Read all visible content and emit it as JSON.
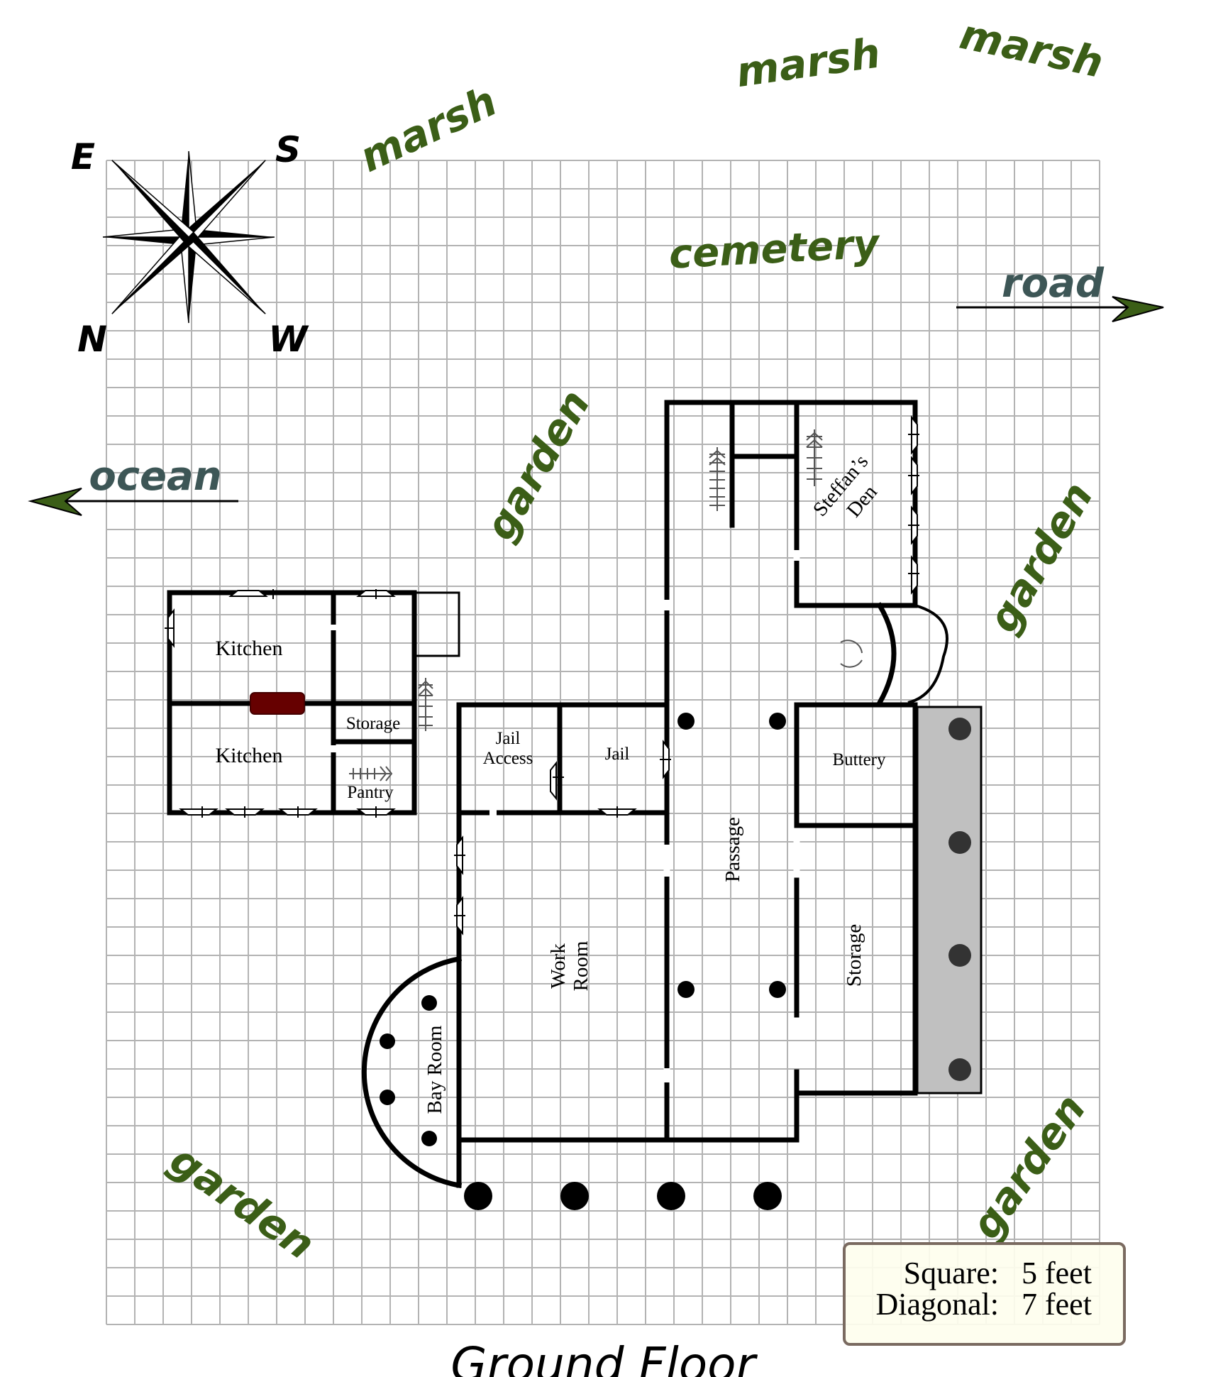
{
  "map": {
    "title": "Ground Floor",
    "compass": {
      "east": "E",
      "south": "S",
      "north": "N",
      "west": "W"
    },
    "surroundings": {
      "marsh_1": "marsh",
      "marsh_2": "marsh",
      "marsh_3": "marsh",
      "cemetery": "cemetery",
      "road": "road",
      "ocean": "ocean",
      "garden_1": "garden",
      "garden_2": "garden",
      "garden_3": "garden",
      "garden_4": "garden"
    },
    "rooms": {
      "kitchen_upper": "Kitchen",
      "kitchen_lower": "Kitchen",
      "kitchen_storage": "Storage",
      "pantry": "Pantry",
      "jail_access_1": "Jail",
      "jail_access_2": "Access",
      "jail": "Jail",
      "buttery": "Buttery",
      "passage": "Passage",
      "work_room_1": "Work",
      "work_room_2": "Room",
      "storage": "Storage",
      "bay_room": "Bay Room",
      "steffans_den_1": "Steffan’s",
      "steffans_den_2": "Den"
    },
    "legend": {
      "square_label": "Square:",
      "square_value": "5 feet",
      "diagonal_label": "Diagonal:",
      "diagonal_value": "7 feet"
    },
    "colors": {
      "grid": "#b3b3b3",
      "vegetation_text": "#3b5e17",
      "water_road_text": "#3d5656",
      "hearth": "#660000",
      "porch": "#c0c0c0",
      "legend_bg": "#fefeee",
      "legend_border": "#7a6a60"
    }
  }
}
